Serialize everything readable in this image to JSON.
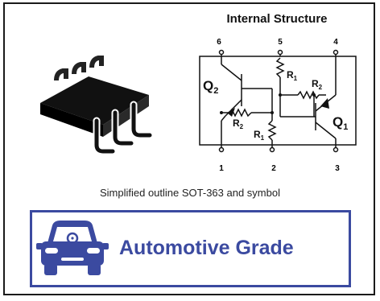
{
  "title": "Internal Structure",
  "pins": [
    "6",
    "5",
    "4",
    "1",
    "2",
    "3"
  ],
  "labels": {
    "q2": "Q",
    "q2_sub": "2",
    "q1": "Q",
    "q1_sub": "1",
    "r1_top": "R",
    "r1_top_sub": "1",
    "r2_top": "R",
    "r2_top_sub": "2",
    "r2_left": "R",
    "r2_left_sub": "2",
    "r1_bottom": "R",
    "r1_bottom_sub": "1"
  },
  "caption": "Simplified outline SOT-363   and symbol",
  "banner": {
    "text": "Automotive Grade"
  },
  "colors": {
    "accent": "#3b4aa0",
    "line": "#111111"
  },
  "icons": [
    "chip-package-icon",
    "car-icon"
  ]
}
